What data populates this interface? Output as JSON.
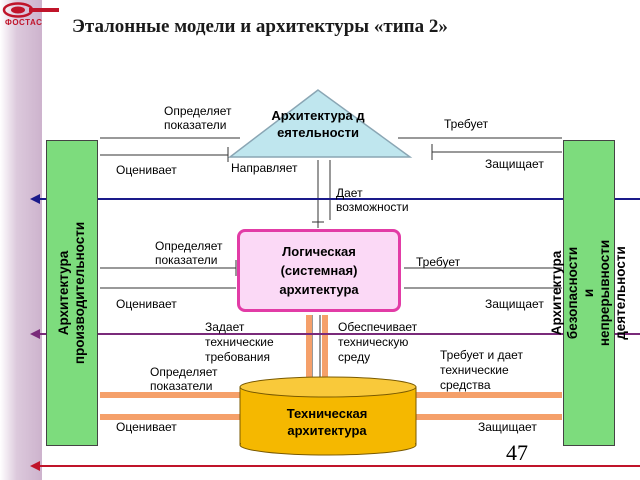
{
  "header": {
    "logo_text": "ФОСТАС",
    "title": "Эталонные модели и архитектуры «типа 2»",
    "page_number": "47"
  },
  "colors": {
    "side_box_fill": "#7ddc7d",
    "triangle_fill": "#bfe6ee",
    "logic_box_fill": "#fbd9f6",
    "logic_box_border": "#e23ca6",
    "cylinder_fill": "#f5b800",
    "arrow_blue": "#1a1a8a",
    "arrow_purple": "#7a2a7a",
    "arrow_red": "#c0142a",
    "connector_orange": "#f5a06a"
  },
  "diagram": {
    "left_box": "Архитектура\nпроизводительности",
    "right_box": "Архитектура безопасности\nи  непрерывности  деятельности",
    "triangle": "Архитектура деятельности",
    "logical_box": "Логическая\n(системная)\nархитектура",
    "technical_box": "Техническая\nархитектура",
    "labels": {
      "top_left_defines": "Определяет\nпоказатели",
      "top_left_evaluates": "Оценивает",
      "top_directs": "Направляет",
      "top_right_requires": "Требует",
      "top_right_protects": "Защищает",
      "gives_opportunities": "Дает\nвозможности",
      "mid_left_defines": "Определяет\nпоказатели",
      "mid_left_evaluates": "Оценивает",
      "mid_right_requires": "Требует",
      "mid_right_protects": "Защищает",
      "sets_requirements": "Задает\nтехнические\nтребования",
      "provides_environment": "Обеспечивает\nтехническую\nсреду",
      "bottom_left_defines": "Определяет\nпоказатели",
      "bottom_left_evaluates": "Оценивает",
      "bottom_right_requires": "Требует и дает\nтехнические\nсредства",
      "bottom_right_protects": "Защищает"
    }
  }
}
